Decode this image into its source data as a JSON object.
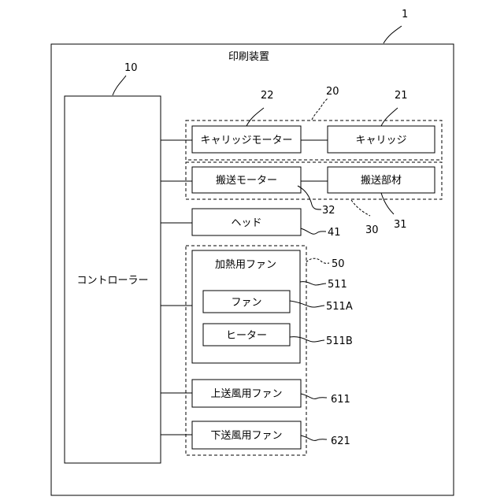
{
  "device": {
    "title": "印刷装置",
    "ref": "1"
  },
  "controller": {
    "label": "コントローラー",
    "ref": "10"
  },
  "group_carriage": {
    "ref": "20",
    "motor_label": "キャリッジモーター",
    "motor_ref": "22",
    "carriage_label": "キャリッジ",
    "carriage_ref": "21"
  },
  "group_transport": {
    "ref": "30",
    "motor_label": "搬送モーター",
    "motor_ref": "32",
    "member_label": "搬送部材",
    "member_ref": "31"
  },
  "head": {
    "label": "ヘッド",
    "ref": "41"
  },
  "group_fans": {
    "ref": "50",
    "heating_fan": {
      "label": "加熱用ファン",
      "ref": "511",
      "fan_label": "ファン",
      "fan_ref": "511A",
      "heater_label": "ヒーター",
      "heater_ref": "511B"
    },
    "upper_fan": {
      "label": "上送風用ファン",
      "ref": "611"
    },
    "lower_fan": {
      "label": "下送風用ファン",
      "ref": "621"
    }
  }
}
